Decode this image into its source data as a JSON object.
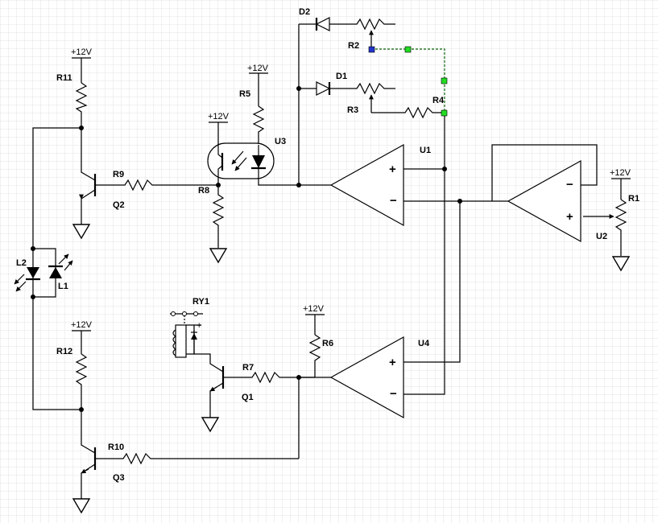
{
  "supply_label": "+12V",
  "opamp_signs": {
    "plus": "+",
    "minus": "−"
  },
  "relay_pin_sign": "+",
  "components": {
    "R1": "R1",
    "R2": "R2",
    "R3": "R3",
    "R4": "R4",
    "R5": "R5",
    "R6": "R6",
    "R7": "R7",
    "R8": "R8",
    "R9": "R9",
    "R10": "R10",
    "R11": "R11",
    "R12": "R12",
    "D1": "D1",
    "D2": "D2",
    "L1": "L1",
    "L2": "L2",
    "Q1": "Q1",
    "Q2": "Q2",
    "Q3": "Q3",
    "U1": "U1",
    "U2": "U2",
    "U3": "U3",
    "U4": "U4",
    "RY1": "RY1"
  },
  "colors": {
    "wire": "#000000",
    "grid_line": "#e3e3e3",
    "selected_wire": "#2f7d2f",
    "handle_fill": "#22dd22",
    "handle_start_fill": "#2233cc"
  },
  "selection": {
    "selected_element": "wire R2-R4",
    "handles": 4
  }
}
